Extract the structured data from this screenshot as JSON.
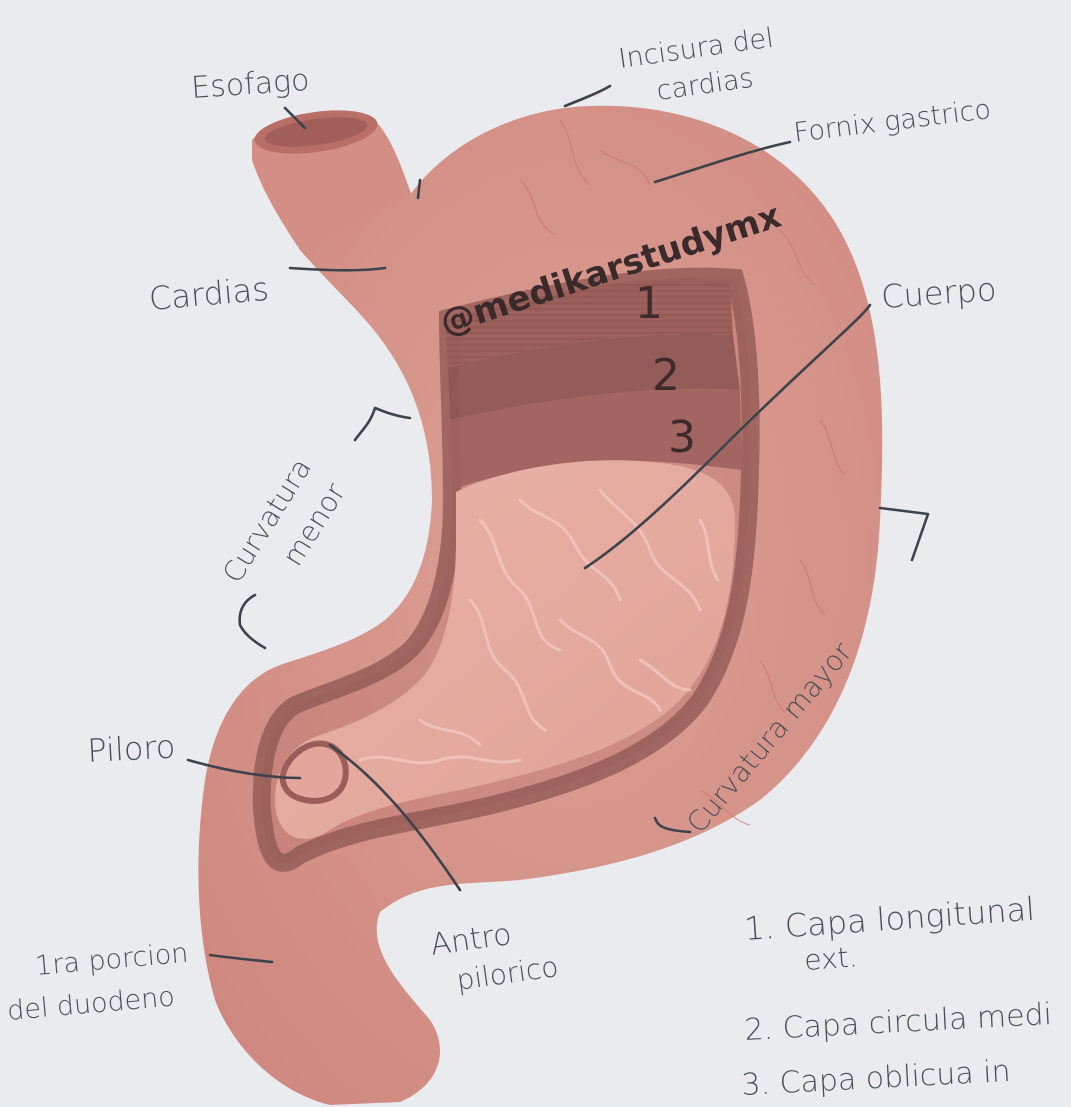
{
  "watermark": "@medikarstudymx",
  "layers": {
    "one": "1",
    "two": "2",
    "three": "3"
  },
  "labels": {
    "esofago": "Esofago",
    "incisura_l1": "Incisura del",
    "incisura_l2": "cardias",
    "fornix": "Fornix gastrico",
    "cardias": "Cardias",
    "cuerpo": "Cuerpo",
    "curv_menor_l1": "Curvatura",
    "curv_menor_l2": "menor",
    "curv_mayor": "Curvatura mayor",
    "piloro": "Piloro",
    "antro_l1": "Antro",
    "antro_l2": "pilorico",
    "duodeno_l1": "1ra porcion",
    "duodeno_l2": "del duodeno"
  },
  "legend": {
    "item1_l1": "1. Capa longitunal",
    "item1_l2": "ext.",
    "item2": "2. Capa circula medi",
    "item3": "3. Capa oblicua in"
  },
  "colors": {
    "paper": "#e9ebef",
    "stomach_outer": "#d9938a",
    "stomach_wall": "#9c625e",
    "mucosa": "#e7ada3",
    "ink": "#3e424a"
  }
}
